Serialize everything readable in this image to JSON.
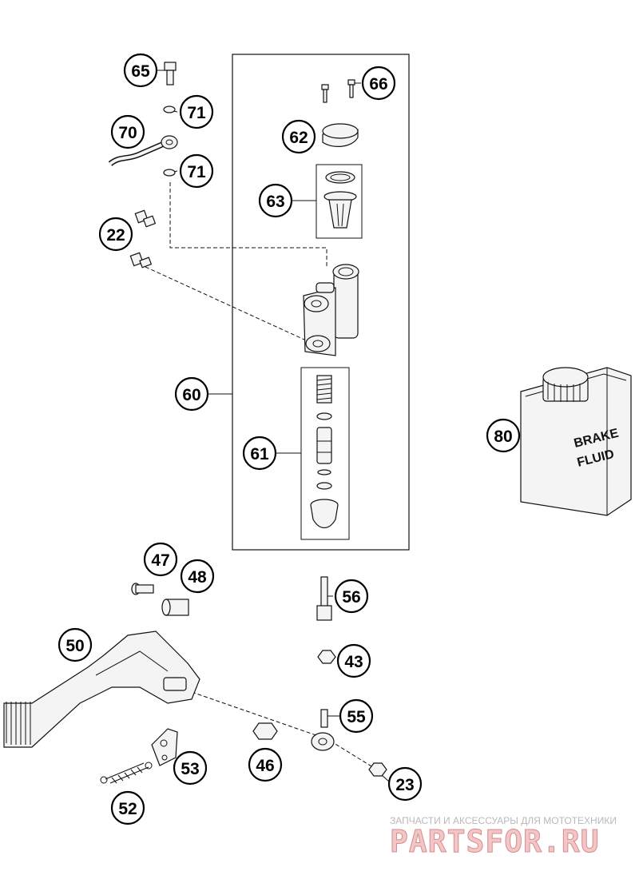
{
  "callouts": [
    "65",
    "71",
    "70",
    "71",
    "22",
    "66",
    "62",
    "63",
    "60",
    "61",
    "80",
    "47",
    "48",
    "56",
    "50",
    "43",
    "55",
    "46",
    "53",
    "23",
    "52"
  ],
  "bottle": {
    "line1": "BRAKE",
    "line2": "FLUID"
  },
  "watermark": {
    "tagline": "ЗАПЧАСТИ И АКСЕССУАРЫ ДЛЯ МОТОТЕХНИКИ",
    "brand": "PARTSFOR.RU"
  },
  "colors": {
    "watermark_fill": "#f2c6c6",
    "watermark_text": "#b9b9b9",
    "line": "#111111"
  }
}
